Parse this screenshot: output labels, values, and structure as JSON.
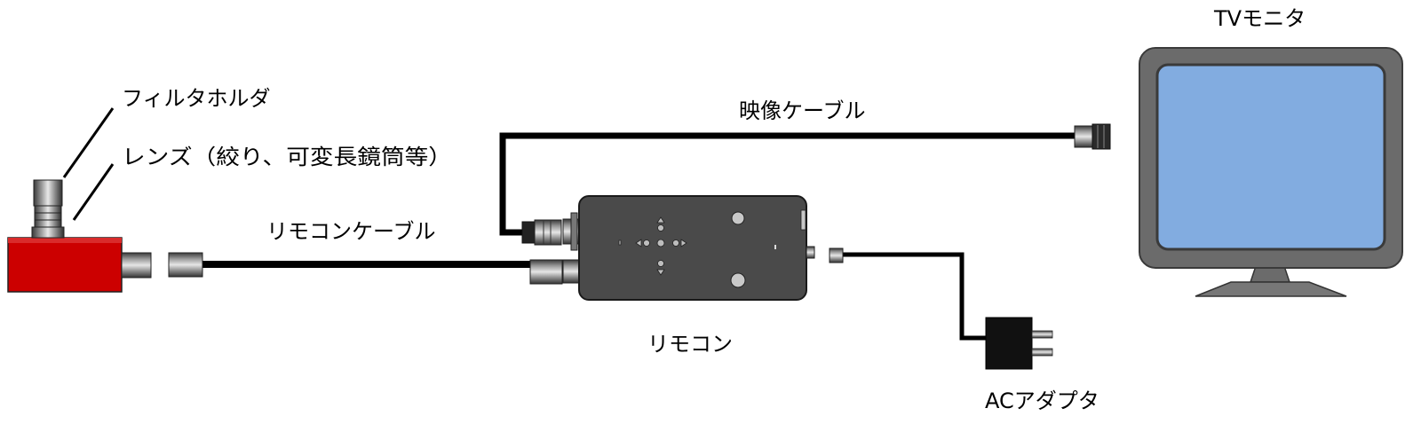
{
  "labels": {
    "filter_holder": "フィルタホルダ",
    "lens": "レンズ（絞り、可変長鏡筒等）",
    "video_cable": "映像ケーブル",
    "remote_cable": "リモコンケーブル",
    "remote": "リモコン",
    "ac_adapter": "ACアダプタ",
    "tv_monitor": "TVモニタ"
  },
  "colors": {
    "camera_body": "#cc0000",
    "remote_body": "#4a4a4a",
    "monitor_frame": "#666666",
    "monitor_screen": "#82ace0",
    "cable": "#000000",
    "connector": "#555555",
    "adapter": "#111111"
  },
  "icons": {
    "camera": "camera-body-icon",
    "remote": "remote-control-icon",
    "monitor": "tv-monitor-icon",
    "adapter": "ac-adapter-icon"
  }
}
